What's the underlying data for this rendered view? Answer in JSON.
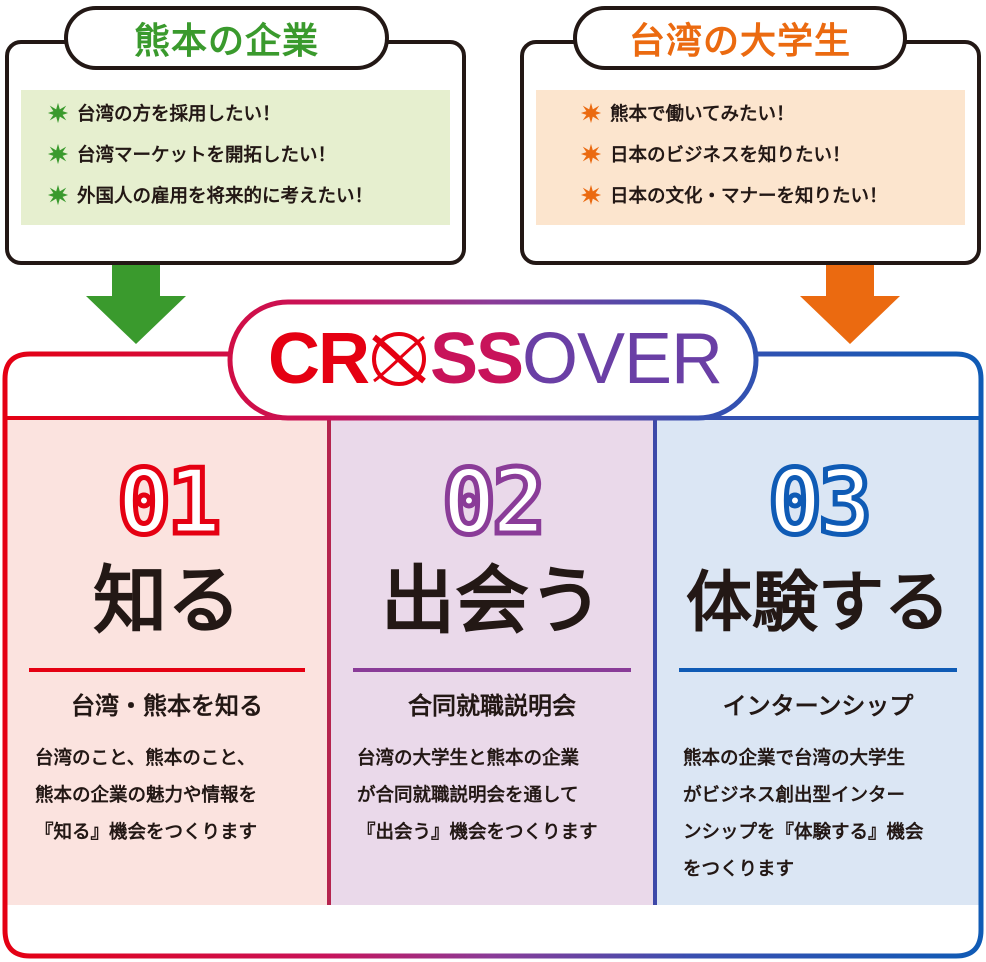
{
  "companies": {
    "title": "熊本の企業",
    "items": [
      "台湾の方を採用したい！",
      "台湾マーケットを開拓したい！",
      "外国人の雇用を将来的に考えたい！"
    ],
    "color": "#3a9a2d",
    "fill": "#e6efcf"
  },
  "students": {
    "title": "台湾の大学生",
    "items": [
      "熊本で働いてみたい！",
      "日本のビジネスを知りたい！",
      "日本の文化・マナーを知りたい！"
    ],
    "color": "#eb6a10",
    "fill": "#fce5ce"
  },
  "logo": {
    "text_bold": "CR",
    "text_o": "O",
    "text_ss": "SS",
    "text_thin": "OVER"
  },
  "steps": [
    {
      "number": "01",
      "title": "知る",
      "subtitle": "台湾・熊本を知る",
      "lines": [
        "台湾のこと、熊本のこと、",
        "熊本の企業の魅力や情報を",
        "『知る』機会をつくります"
      ],
      "color": "#e50012",
      "fill": "#fbe3df"
    },
    {
      "number": "02",
      "title": "出会う",
      "subtitle": "合同就職説明会",
      "lines": [
        "台湾の大学生と熊本の企業",
        "が合同就職説明会を通して",
        "『出会う』機会をつくります"
      ],
      "color": "#8a3c98",
      "fill": "#ead9ea"
    },
    {
      "number": "03",
      "title": "体験する",
      "subtitle": "インターンシップ",
      "lines": [
        "熊本の企業で台湾の大学生",
        "がビジネス創出型インター",
        "ンシップを『体験する』機会",
        "をつくります"
      ],
      "color": "#0f5bb5",
      "fill": "#dbe6f4"
    }
  ]
}
